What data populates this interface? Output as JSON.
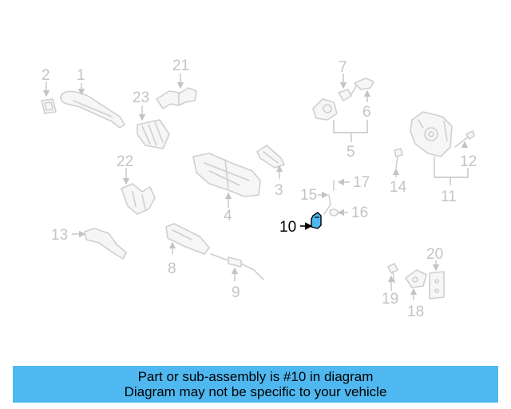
{
  "diagram": {
    "callouts": {
      "c1": "1",
      "c2": "2",
      "c3": "3",
      "c4": "4",
      "c5": "5",
      "c6": "6",
      "c7": "7",
      "c8": "8",
      "c9": "9",
      "c10": "10",
      "c11": "11",
      "c12": "12",
      "c13": "13",
      "c14": "14",
      "c15": "15",
      "c16": "16",
      "c17": "17",
      "c18": "18",
      "c19": "19",
      "c20": "20",
      "c21": "21",
      "c22": "22",
      "c23": "23"
    },
    "highlighted_part": "10",
    "highlight_color": "#4fb8f0"
  },
  "banner": {
    "line1": "Part or sub-assembly is #10 in diagram",
    "line2": "Diagram may not be specific to your vehicle",
    "background": "#4fb8f0"
  }
}
